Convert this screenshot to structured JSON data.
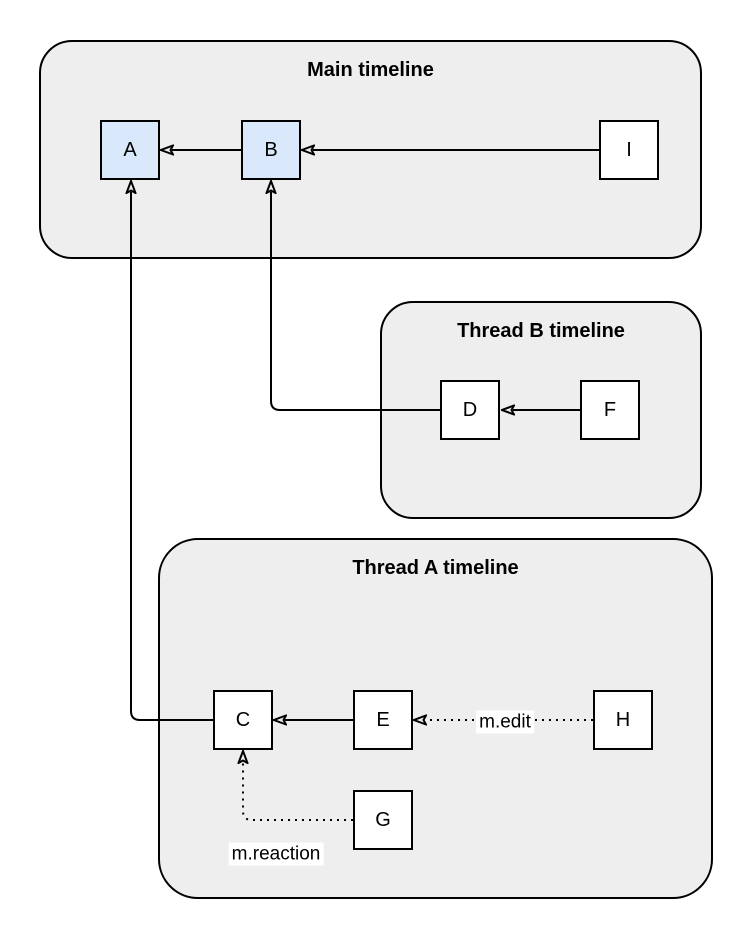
{
  "diagram": {
    "containers": [
      {
        "id": "main-timeline",
        "title": "Main timeline"
      },
      {
        "id": "thread-b-timeline",
        "title": "Thread B timeline"
      },
      {
        "id": "thread-a-timeline",
        "title": "Thread A timeline"
      }
    ],
    "nodes": [
      {
        "id": "A",
        "label": "A",
        "variant": "highlight",
        "container": "main-timeline"
      },
      {
        "id": "B",
        "label": "B",
        "variant": "highlight",
        "container": "main-timeline"
      },
      {
        "id": "I",
        "label": "I",
        "variant": "plain",
        "container": "main-timeline"
      },
      {
        "id": "D",
        "label": "D",
        "variant": "plain",
        "container": "thread-b-timeline"
      },
      {
        "id": "F",
        "label": "F",
        "variant": "plain",
        "container": "thread-b-timeline"
      },
      {
        "id": "C",
        "label": "C",
        "variant": "plain",
        "container": "thread-a-timeline"
      },
      {
        "id": "E",
        "label": "E",
        "variant": "plain",
        "container": "thread-a-timeline"
      },
      {
        "id": "H",
        "label": "H",
        "variant": "plain",
        "container": "thread-a-timeline"
      },
      {
        "id": "G",
        "label": "G",
        "variant": "plain",
        "container": "thread-a-timeline"
      }
    ],
    "edges": [
      {
        "from": "B",
        "to": "A",
        "style": "solid",
        "label": ""
      },
      {
        "from": "I",
        "to": "B",
        "style": "solid",
        "label": ""
      },
      {
        "from": "F",
        "to": "D",
        "style": "solid",
        "label": ""
      },
      {
        "from": "D",
        "to": "B",
        "style": "solid",
        "label": ""
      },
      {
        "from": "E",
        "to": "C",
        "style": "solid",
        "label": ""
      },
      {
        "from": "C",
        "to": "A",
        "style": "solid",
        "label": ""
      },
      {
        "from": "H",
        "to": "E",
        "style": "dotted",
        "label": "m.edit"
      },
      {
        "from": "G",
        "to": "C",
        "style": "dotted",
        "label": "m.reaction"
      }
    ],
    "edge_labels": {
      "edit": "m.edit",
      "reaction": "m.reaction"
    },
    "colors": {
      "container_fill": "#eeeeee",
      "container_border": "#000000",
      "node_highlight_fill": "#dae8fc",
      "node_plain_fill": "#ffffff",
      "node_border": "#000000",
      "edge_stroke": "#000000"
    }
  }
}
